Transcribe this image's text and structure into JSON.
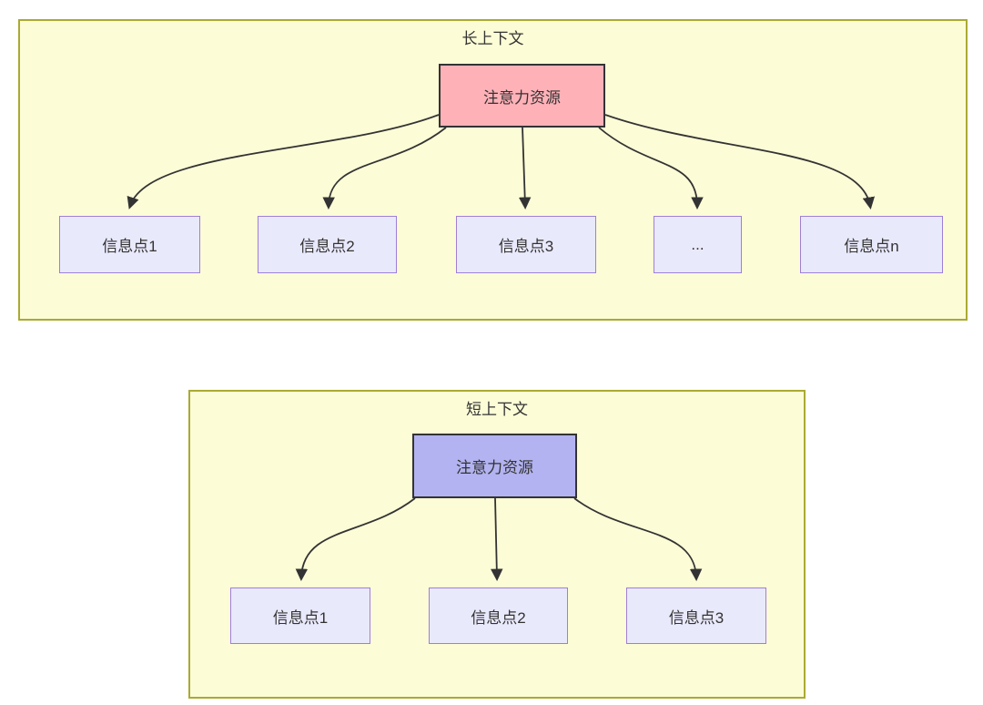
{
  "colors": {
    "page_bg": "#ffffff",
    "container_bg": "#fcfcd7",
    "container_border": "#aaaa33",
    "attention_long_bg": "#ffb1b8",
    "attention_short_bg": "#b3b3f1",
    "node_border_dark": "#333333",
    "info_bg": "#e9e9fc",
    "info_border": "#9f7ed8",
    "arrow_color": "#333333",
    "text_color": "#333333"
  },
  "long_context": {
    "title": "长上下文",
    "attention_label": "注意力资源",
    "info_nodes": [
      {
        "label": "信息点1"
      },
      {
        "label": "信息点2"
      },
      {
        "label": "信息点3"
      },
      {
        "label": "..."
      },
      {
        "label": "信息点n"
      }
    ]
  },
  "short_context": {
    "title": "短上下文",
    "attention_label": "注意力资源",
    "info_nodes": [
      {
        "label": "信息点1"
      },
      {
        "label": "信息点2"
      },
      {
        "label": "信息点3"
      }
    ]
  }
}
